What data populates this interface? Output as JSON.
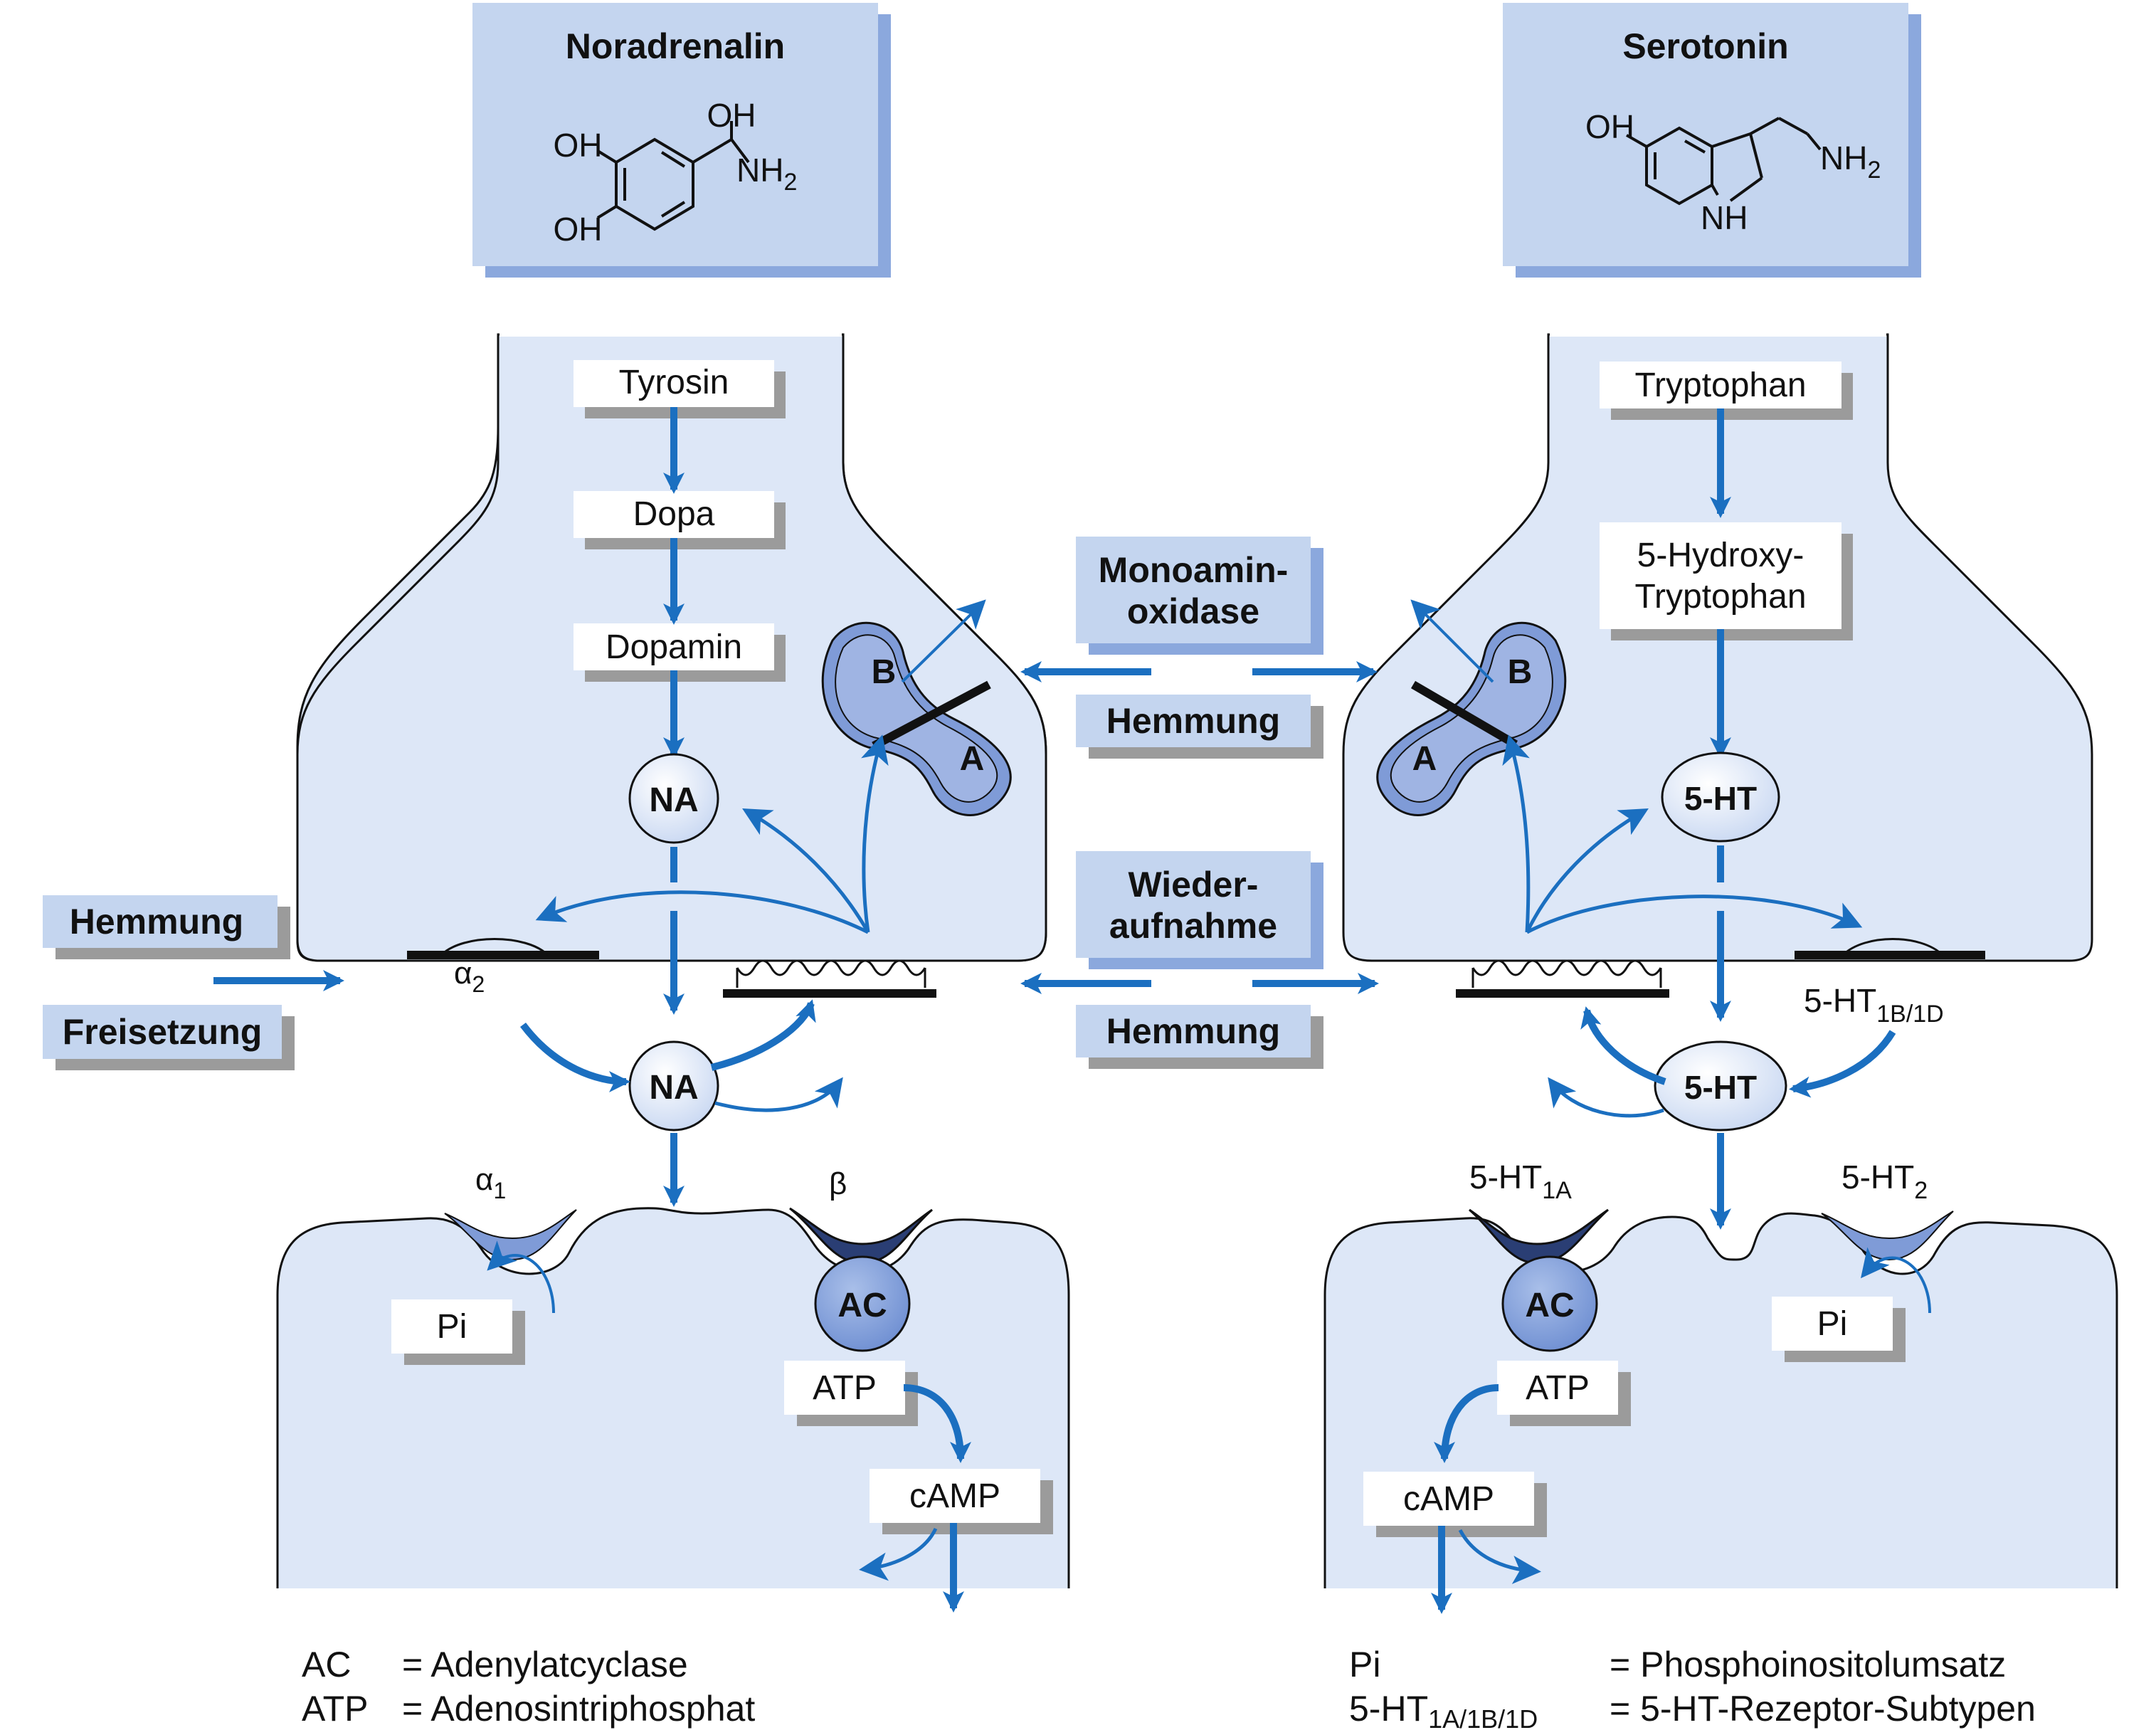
{
  "header": {
    "noradrenalin_title": "Noradrenalin",
    "serotonin_title": "Serotonin",
    "na_struct": {
      "oh1": "OH",
      "oh2": "OH",
      "oh3": "OH",
      "nh2": "NH",
      "nh2_sub": "2"
    },
    "ser_struct": {
      "oh": "OH",
      "nh": "NH",
      "nh2": "NH",
      "nh2_sub": "2"
    }
  },
  "left_neuron": {
    "tyrosin": "Tyrosin",
    "dopa": "Dopa",
    "dopamin": "Dopamin",
    "na_top": "NA",
    "na_cleft": "NA",
    "mao_b": "B",
    "mao_a": "A",
    "alpha2": "α",
    "alpha2_sub": "2",
    "alpha1": "α",
    "alpha1_sub": "1",
    "beta": "β",
    "pi": "Pi",
    "ac": "AC",
    "atp": "ATP",
    "camp": "cAMP"
  },
  "right_neuron": {
    "tryptophan": "Tryptophan",
    "hydroxy_line1": "5-Hydroxy-",
    "hydroxy_line2": "Tryptophan",
    "ht_top": "5-HT",
    "ht_cleft": "5-HT",
    "mao_a": "A",
    "mao_b": "B",
    "r1b": "5-HT",
    "r1b_sub": "1B/1D",
    "r1a": "5-HT",
    "r1a_sub": "1A",
    "r2": "5-HT",
    "r2_sub": "2",
    "pi": "Pi",
    "ac": "AC",
    "atp": "ATP",
    "camp": "cAMP"
  },
  "center_labels": {
    "mao_line1": "Monoamin-",
    "mao_line2": "oxidase",
    "hemmung_mao": "Hemmung",
    "wieder_line1": "Wieder-",
    "wieder_line2": "aufnahme",
    "hemmung_wieder": "Hemmung",
    "hemmung_left": "Hemmung",
    "freisetzung": "Freisetzung"
  },
  "legend": {
    "ac_abbr": "AC",
    "ac_def": "= Adenylatcyclase",
    "atp_abbr": "ATP",
    "atp_def": "= Adenosintriphosphat",
    "pi_abbr": "Pi",
    "pi_def": "= Phosphoinositolumsatz",
    "ht_abbr": "5-HT",
    "ht_abbr_sub": "1A/1B/1D",
    "ht_def": "= 5-HT-Rezeptor-Subtypen"
  },
  "colors": {
    "arrow": "#1b6fc0",
    "cell_fill": "#dde7f7",
    "header_box": "#c4d5ef",
    "box_shadow": "#8ba8dd",
    "grey_shadow": "#9b9b9b",
    "circle_dark": "#7f9bd7"
  }
}
